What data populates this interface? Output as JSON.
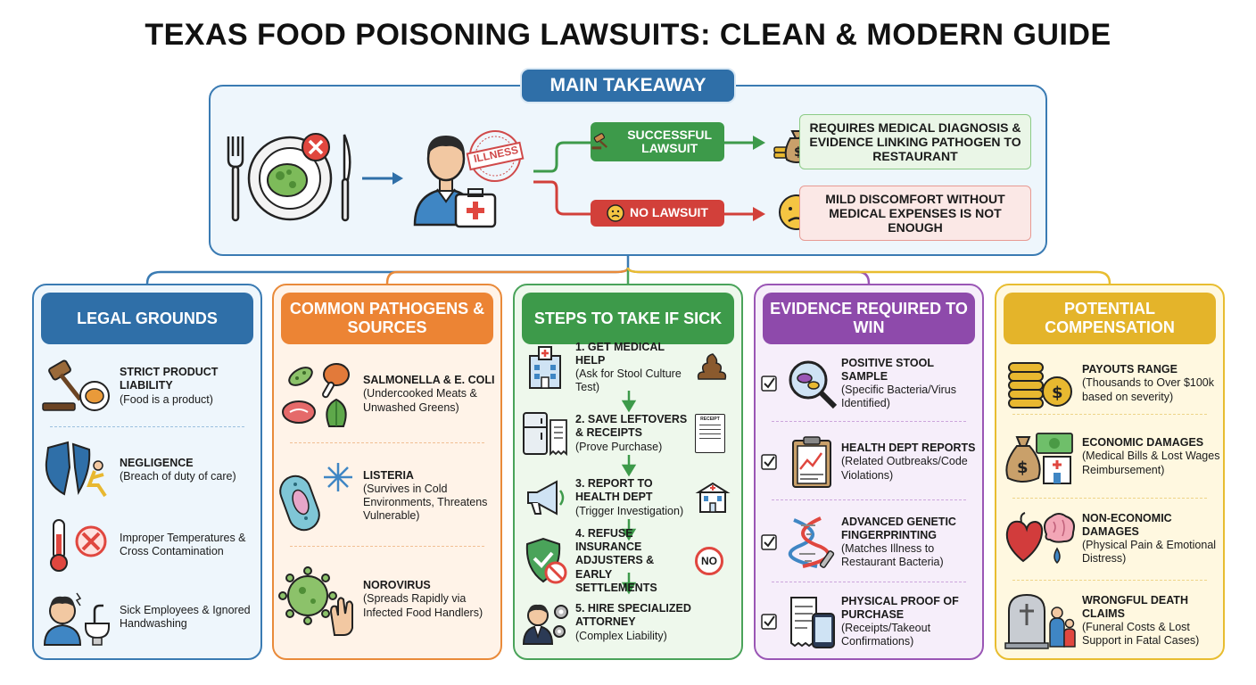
{
  "title": "TEXAS FOOD POISONING LAWSUITS: CLEAN & MODERN GUIDE",
  "main": {
    "label": "MAIN TAKEAWAY",
    "stamp": "ILLNESS",
    "success_pill": "SUCCESSFUL LAWSUIT",
    "fail_pill": "NO LAWSUIT",
    "success_note": "REQUIRES MEDICAL DIAGNOSIS & EVIDENCE LINKING PATHOGEN TO RESTAURANT",
    "fail_note": "MILD DISCOMFORT WITHOUT MEDICAL EXPENSES IS NOT ENOUGH"
  },
  "columns": [
    {
      "title": "LEGAL GROUNDS",
      "items": [
        {
          "title": "STRICT PRODUCT LIABILITY",
          "desc": "(Food is a product)"
        },
        {
          "title": "NEGLIGENCE",
          "desc": "(Breach of duty of care)"
        },
        {
          "title": "Improper Temperatures & Cross Contamination",
          "desc": ""
        },
        {
          "title": "Sick Employees & Ignored Handwashing",
          "desc": ""
        }
      ]
    },
    {
      "title": "COMMON PATHOGENS & SOURCES",
      "items": [
        {
          "title": "SALMONELLA & E. COLI",
          "desc": "(Undercooked Meats & Unwashed Greens)"
        },
        {
          "title": "LISTERIA",
          "desc": "(Survives in Cold Environments, Threatens Vulnerable)"
        },
        {
          "title": "NOROVIRUS",
          "desc": "(Spreads Rapidly via Infected Food Handlers)"
        }
      ]
    },
    {
      "title": "STEPS TO TAKE IF SICK",
      "items": [
        {
          "title": "1. GET MEDICAL HELP",
          "desc": "(Ask for Stool Culture Test)"
        },
        {
          "title": "2. SAVE LEFTOVERS & RECEIPTS",
          "desc": "(Prove Purchase)"
        },
        {
          "title": "3. REPORT TO HEALTH DEPT",
          "desc": "(Trigger Investigation)"
        },
        {
          "title": "4. REFUSE INSURANCE ADJUSTERS & EARLY SETTLEMENTS",
          "desc": ""
        },
        {
          "title": "5. HIRE SPECIALIZED ATTORNEY",
          "desc": "(Complex Liability)"
        }
      ],
      "receipt_text": "RECEIPT",
      "no_text": "NO"
    },
    {
      "title": "EVIDENCE REQUIRED TO WIN",
      "items": [
        {
          "title": "POSITIVE STOOL SAMPLE",
          "desc": "(Specific Bacteria/Virus Identified)"
        },
        {
          "title": "HEALTH DEPT REPORTS",
          "desc": "(Related Outbreaks/Code Violations)"
        },
        {
          "title": "ADVANCED GENETIC FINGERPRINTING",
          "desc": "(Matches Illness to Restaurant Bacteria)"
        },
        {
          "title": "PHYSICAL PROOF OF PURCHASE",
          "desc": "(Receipts/Takeout Confirmations)"
        }
      ]
    },
    {
      "title": "POTENTIAL COMPENSATION",
      "items": [
        {
          "title": "PAYOUTS RANGE",
          "desc": "(Thousands to Over $100k based on severity)"
        },
        {
          "title": "ECONOMIC DAMAGES",
          "desc": "(Medical Bills & Lost Wages Reimbursement)"
        },
        {
          "title": "NON-ECONOMIC DAMAGES",
          "desc": "(Physical Pain & Emotional Distress)"
        },
        {
          "title": "WRONGFUL DEATH CLAIMS",
          "desc": "(Funeral Costs & Lost Support in Fatal Cases)"
        }
      ]
    }
  ],
  "colors": {
    "blue": "#2f6fa8",
    "orange": "#ec8434",
    "green": "#3d9a4a",
    "purple": "#8e4aab",
    "yellow": "#e4b42a",
    "red": "#d2403a"
  }
}
